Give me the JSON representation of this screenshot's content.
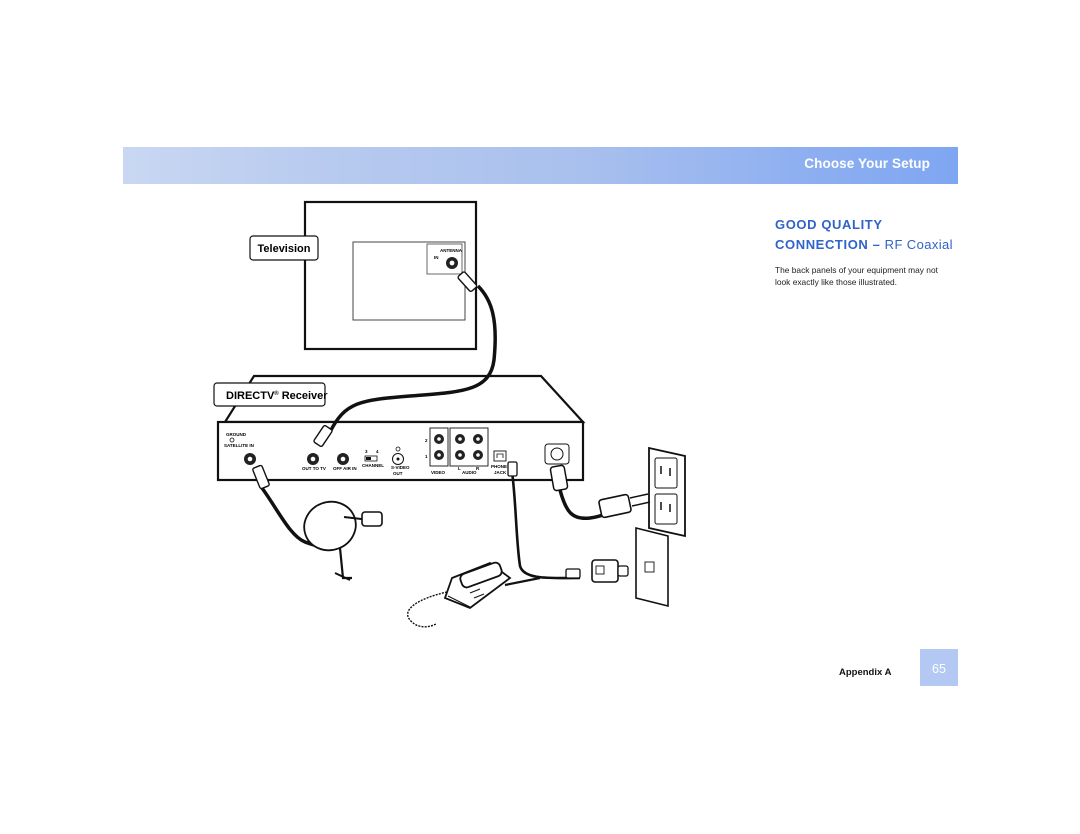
{
  "header": {
    "section_title": "Choose Your Setup"
  },
  "diagram": {
    "television_label": "Television",
    "receiver_label": "DIRECTV",
    "receiver_label_mark": "®",
    "receiver_label_suffix": "Receiver",
    "tv_port_antenna": "ANTENNA",
    "tv_port_in": "IN",
    "receiver_ports": {
      "ground": "GROUND",
      "satellite_in": "SATELLITE IN",
      "out_to_tv": "OUT TO TV",
      "off_air_in": "OFF AIR IN",
      "channel": "CHANNEL",
      "ch3": "3",
      "ch4": "4",
      "svideo": "S-VIDEO",
      "out": "OUT",
      "video": "VIDEO",
      "audio": "AUDIO",
      "left": "L",
      "right": "R",
      "phone": "PHONE",
      "jack": "JACK",
      "row1": "2",
      "row2": "1"
    }
  },
  "section": {
    "title_line1": "GOOD QUALITY",
    "title_line2_main": "CONNECTION – ",
    "title_line2_sub": "RF Coaxial",
    "body": "The back panels of your equipment may not look exactly like those illustrated."
  },
  "footer": {
    "label": "Appendix A",
    "page_number": "65"
  },
  "colors": {
    "header_band": "#a9c0ee",
    "accent_blue": "#2f63c9",
    "page_box": "#b3c8f2"
  }
}
